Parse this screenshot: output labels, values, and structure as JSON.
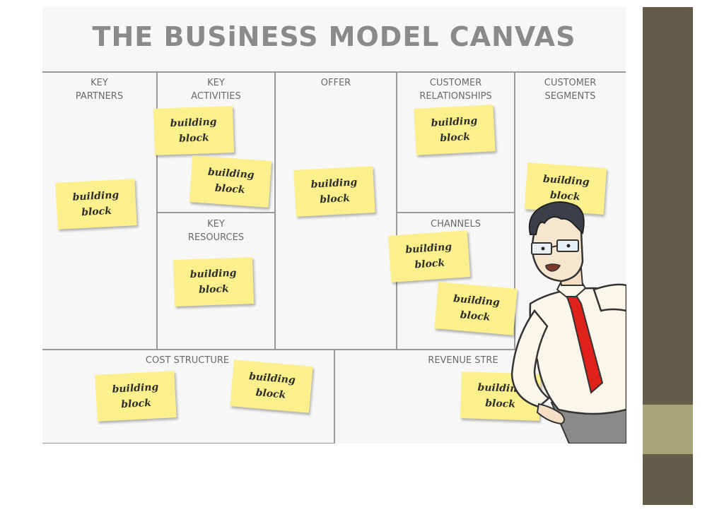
{
  "title": "THE BUSiNESS MODEL CANVAS",
  "boxes": {
    "key_partners": "KEY\nPARTNERS",
    "key_activities": "KEY\nACTIVITIES",
    "offer": "OFFER",
    "customer_relationships": "CUSTOMER\nRELATIONSHIPS",
    "customer_segments": "CUSTOMER\nSEGMENTS",
    "key_resources": "KEY\nRESOURCES",
    "channels": "CHANNELS",
    "cost_structure": "COST STRUCTURE",
    "revenue_streams": "REVENUE STRE"
  },
  "note_text": "building\nblock",
  "colors": {
    "sticky_note": "#fbf08c",
    "sidebar": "#645c48",
    "sidebar_band": "#a7a47a",
    "grid_lines": "#9a9a9a",
    "tie": "#e0211b"
  }
}
